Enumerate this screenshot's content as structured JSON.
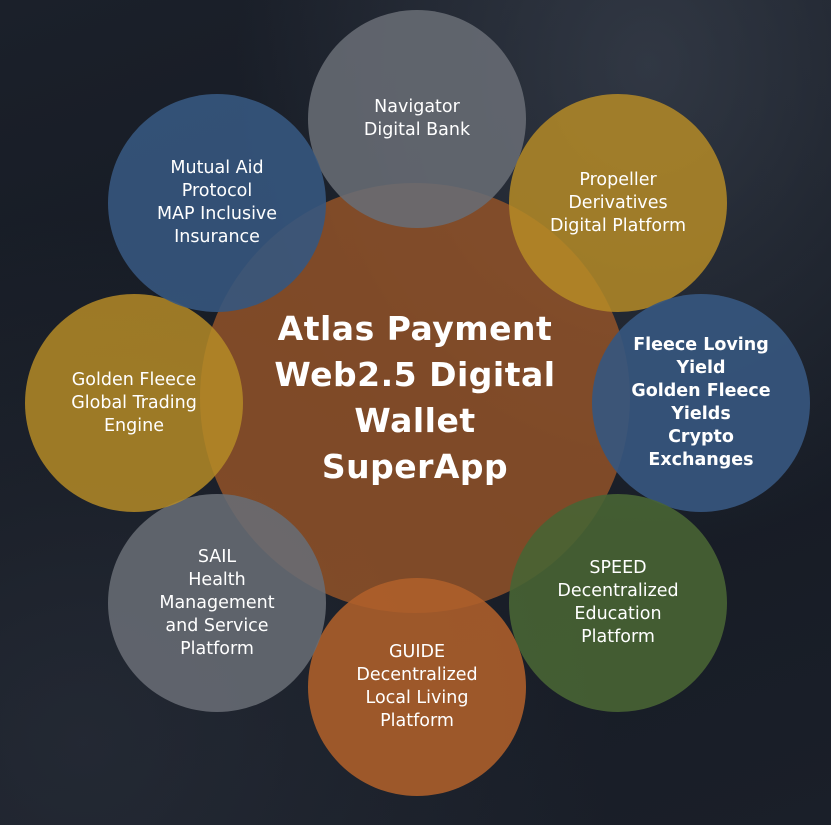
{
  "center": {
    "title": "Atlas Payment\nWeb2.5 Digital\nWallet\nSuperApp"
  },
  "satellites": [
    {
      "id": "navigator",
      "label": "Navigator\nDigital Bank",
      "color": "#686c74"
    },
    {
      "id": "propeller",
      "label": "Propeller\nDerivatives\nDigital Platform",
      "color": "#b68c26"
    },
    {
      "id": "fleece",
      "label": "Fleece Loving\nYield\nGolden Fleece\nYields\nCrypto\nExchanges",
      "color": "#36567e"
    },
    {
      "id": "speed",
      "label": "SPEED\nDecentralized\nEducation\nPlatform",
      "color": "#486434"
    },
    {
      "id": "guide",
      "label": "GUIDE\nDecentralized\nLocal Living\nPlatform",
      "color": "#af602a"
    },
    {
      "id": "sail",
      "label": "SAIL\nHealth\nManagement\nand Service\nPlatform",
      "color": "#686c74"
    },
    {
      "id": "golden",
      "label": "Golden Fleece\nGlobal Trading\nEngine",
      "color": "#b68c26"
    },
    {
      "id": "mutual",
      "label": "Mutual Aid\nProtocol\nMAP Inclusive\nInsurance",
      "color": "#36567e"
    }
  ],
  "colors": {
    "background": "#171c25",
    "center_fill": "#965428"
  }
}
